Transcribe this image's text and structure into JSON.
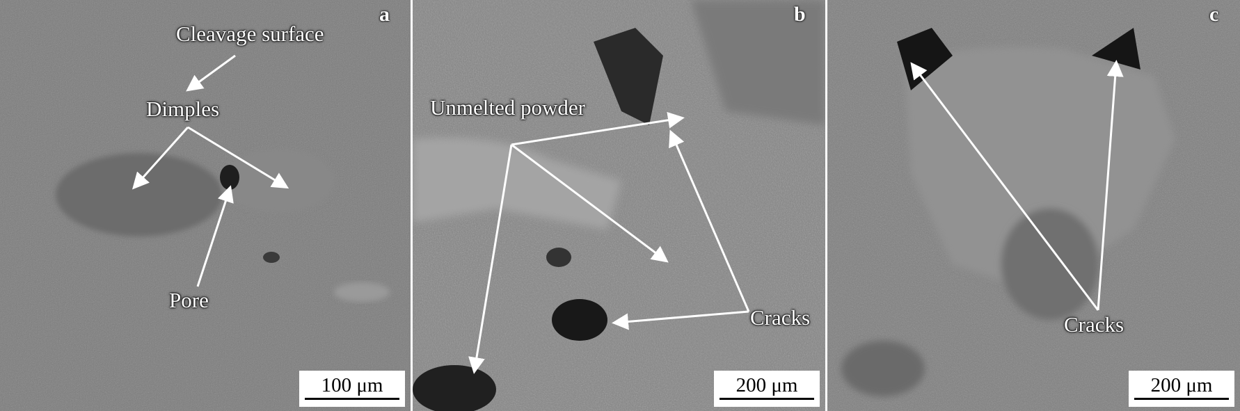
{
  "figure": {
    "panels": [
      {
        "letter": "a",
        "labels": {
          "cleavage": "Cleavage surface",
          "dimples": "Dimples",
          "pore": "Pore"
        },
        "scale": "100 μm"
      },
      {
        "letter": "b",
        "labels": {
          "unmelted": "Unmelted powder",
          "cracks": "Cracks"
        },
        "scale": "200 μm"
      },
      {
        "letter": "c",
        "labels": {
          "cracks": "Cracks"
        },
        "scale": "200 μm"
      }
    ]
  },
  "colors": {
    "separator": "#ffffff",
    "arrow": "#ffffff",
    "surface": "#7e7e7e"
  }
}
